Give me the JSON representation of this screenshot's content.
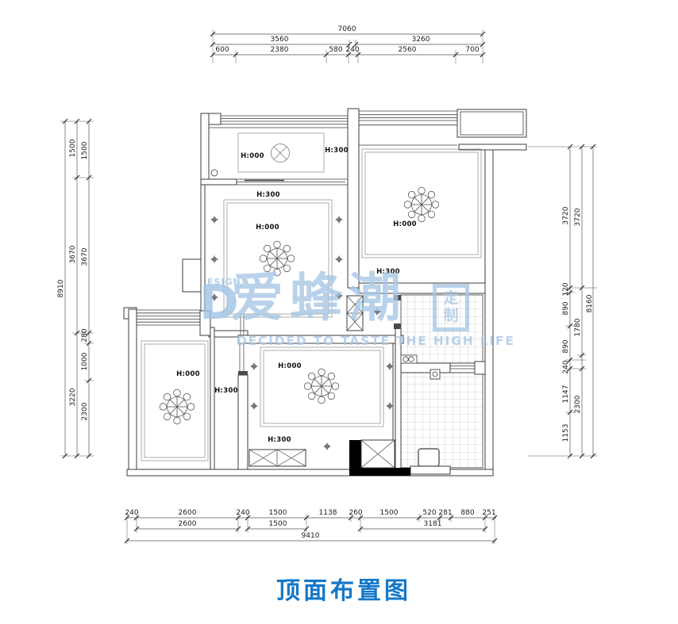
{
  "title": "顶面布置图",
  "colors": {
    "title_blue": "#1478c8",
    "watermark_blue": "#a8c7e6",
    "line_dark": "#3e3e3e",
    "line_thin": "#9a9a9a",
    "black_fill": "#000000"
  },
  "watermark": {
    "d": "D",
    "esign": "ESIGN",
    "brand_cn": "爱蜂潮",
    "stamp_top": "定",
    "stamp_bottom": "制",
    "slogan": "DECIDED TO TASTE THE HIGH LIFE"
  },
  "height_labels": [
    "H:000",
    "H:300",
    "H:300",
    "H:000",
    "H:000",
    "H:300",
    "H:000",
    "H:300",
    "H:000",
    "H:300"
  ],
  "dims": {
    "top": {
      "total": "7060",
      "row2": [
        "3560",
        "3260"
      ],
      "row3": [
        "600",
        "2380",
        "580",
        "240",
        "2560",
        "700"
      ]
    },
    "bottom": {
      "row1": [
        "240",
        "2600",
        "240",
        "1500",
        "1138",
        "260",
        "1500",
        "520",
        "281",
        "880",
        "251"
      ],
      "row2": [
        "2600",
        "1500",
        "3181"
      ],
      "total": "9410"
    },
    "left": {
      "total": "8910",
      "mid": [
        "1500",
        "3670",
        "3220"
      ],
      "inner": [
        "1500",
        "3670",
        "280",
        "1000",
        "2300"
      ]
    },
    "right": {
      "total": "8160",
      "mid": [
        "3720",
        "1780",
        "2300"
      ],
      "inner": [
        "3720",
        "120",
        "890",
        "890",
        "240",
        "1147",
        "1153"
      ]
    }
  }
}
